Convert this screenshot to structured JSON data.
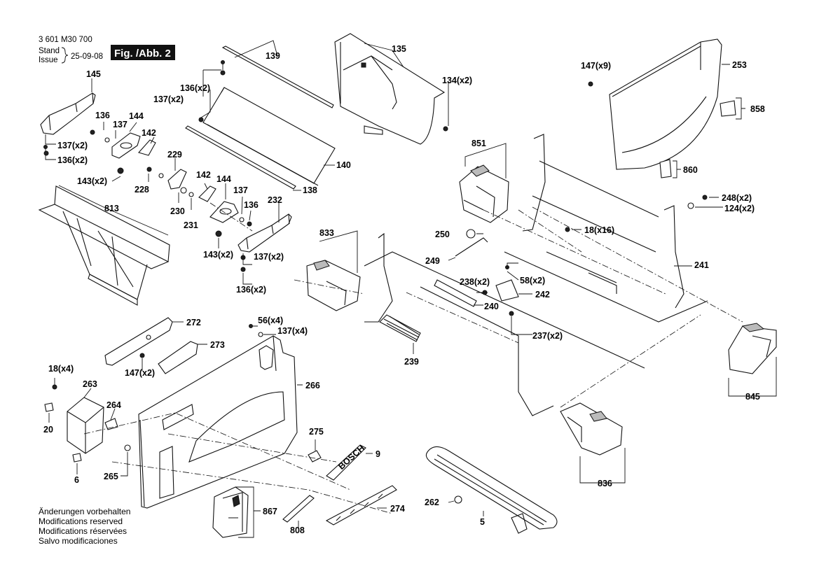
{
  "header": {
    "part_number": "3 601 M30 700",
    "stand_label": "Stand",
    "issue_label": "Issue",
    "date": "25-09-08",
    "figure_label": "Fig. /Abb. 2"
  },
  "footer_notes": [
    "Änderungen vorbehalten",
    "Modifications reserved",
    "Modifications réservées",
    "Salvo modificaciones"
  ],
  "brand_plate": "BOSCH",
  "callouts": [
    {
      "id": "c145",
      "text": "145"
    },
    {
      "id": "c136a",
      "text": "136"
    },
    {
      "id": "c137a",
      "text": "137"
    },
    {
      "id": "c144a",
      "text": "144"
    },
    {
      "id": "c142a",
      "text": "142"
    },
    {
      "id": "c137x2a",
      "text": "137(x2)"
    },
    {
      "id": "c136x2a",
      "text": "136(x2)"
    },
    {
      "id": "c143x2a",
      "text": "143(x2)"
    },
    {
      "id": "c229",
      "text": "229"
    },
    {
      "id": "c228",
      "text": "228"
    },
    {
      "id": "c230",
      "text": "230"
    },
    {
      "id": "c231",
      "text": "231"
    },
    {
      "id": "c142b",
      "text": "142"
    },
    {
      "id": "c144b",
      "text": "144"
    },
    {
      "id": "c137b",
      "text": "137"
    },
    {
      "id": "c136b",
      "text": "136"
    },
    {
      "id": "c232",
      "text": "232"
    },
    {
      "id": "c143x2b",
      "text": "143(x2)"
    },
    {
      "id": "c137x2b",
      "text": "137(x2)"
    },
    {
      "id": "c136x2b",
      "text": "136(x2)"
    },
    {
      "id": "c139",
      "text": "139"
    },
    {
      "id": "c137x2c",
      "text": "137(x2)"
    },
    {
      "id": "c136x2c",
      "text": "136(x2)"
    },
    {
      "id": "c140",
      "text": "140"
    },
    {
      "id": "c138",
      "text": "138"
    },
    {
      "id": "c813",
      "text": "813"
    },
    {
      "id": "c135",
      "text": "135"
    },
    {
      "id": "c134x2",
      "text": "134(x2)"
    },
    {
      "id": "c147x9",
      "text": "147(x9)"
    },
    {
      "id": "c253",
      "text": "253"
    },
    {
      "id": "c858",
      "text": "858"
    },
    {
      "id": "c860",
      "text": "860"
    },
    {
      "id": "c851",
      "text": "851"
    },
    {
      "id": "c248x2",
      "text": "248(x2)"
    },
    {
      "id": "c124x2",
      "text": "124(x2)"
    },
    {
      "id": "c18x16",
      "text": "18(x16)"
    },
    {
      "id": "c250",
      "text": "250"
    },
    {
      "id": "c833",
      "text": "833"
    },
    {
      "id": "c249",
      "text": "249"
    },
    {
      "id": "c241",
      "text": "241"
    },
    {
      "id": "c58x2",
      "text": "58(x2)"
    },
    {
      "id": "c238x2",
      "text": "238(x2)"
    },
    {
      "id": "c242",
      "text": "242"
    },
    {
      "id": "c240",
      "text": "240"
    },
    {
      "id": "c237x2",
      "text": "237(x2)"
    },
    {
      "id": "c239",
      "text": "239"
    },
    {
      "id": "c272",
      "text": "272"
    },
    {
      "id": "c56x4",
      "text": "56(x4)"
    },
    {
      "id": "c137x4",
      "text": "137(x4)"
    },
    {
      "id": "c273",
      "text": "273"
    },
    {
      "id": "c147x2",
      "text": "147(x2)"
    },
    {
      "id": "c18x4",
      "text": "18(x4)"
    },
    {
      "id": "c263",
      "text": "263"
    },
    {
      "id": "c266",
      "text": "266"
    },
    {
      "id": "c264",
      "text": "264"
    },
    {
      "id": "c20",
      "text": "20"
    },
    {
      "id": "c275",
      "text": "275"
    },
    {
      "id": "c9",
      "text": "9"
    },
    {
      "id": "c6",
      "text": "6"
    },
    {
      "id": "c265",
      "text": "265"
    },
    {
      "id": "c845",
      "text": "845"
    },
    {
      "id": "c836",
      "text": "836"
    },
    {
      "id": "c262",
      "text": "262"
    },
    {
      "id": "c5",
      "text": "5"
    },
    {
      "id": "c867",
      "text": "867"
    },
    {
      "id": "c274",
      "text": "274"
    },
    {
      "id": "c808",
      "text": "808"
    }
  ]
}
